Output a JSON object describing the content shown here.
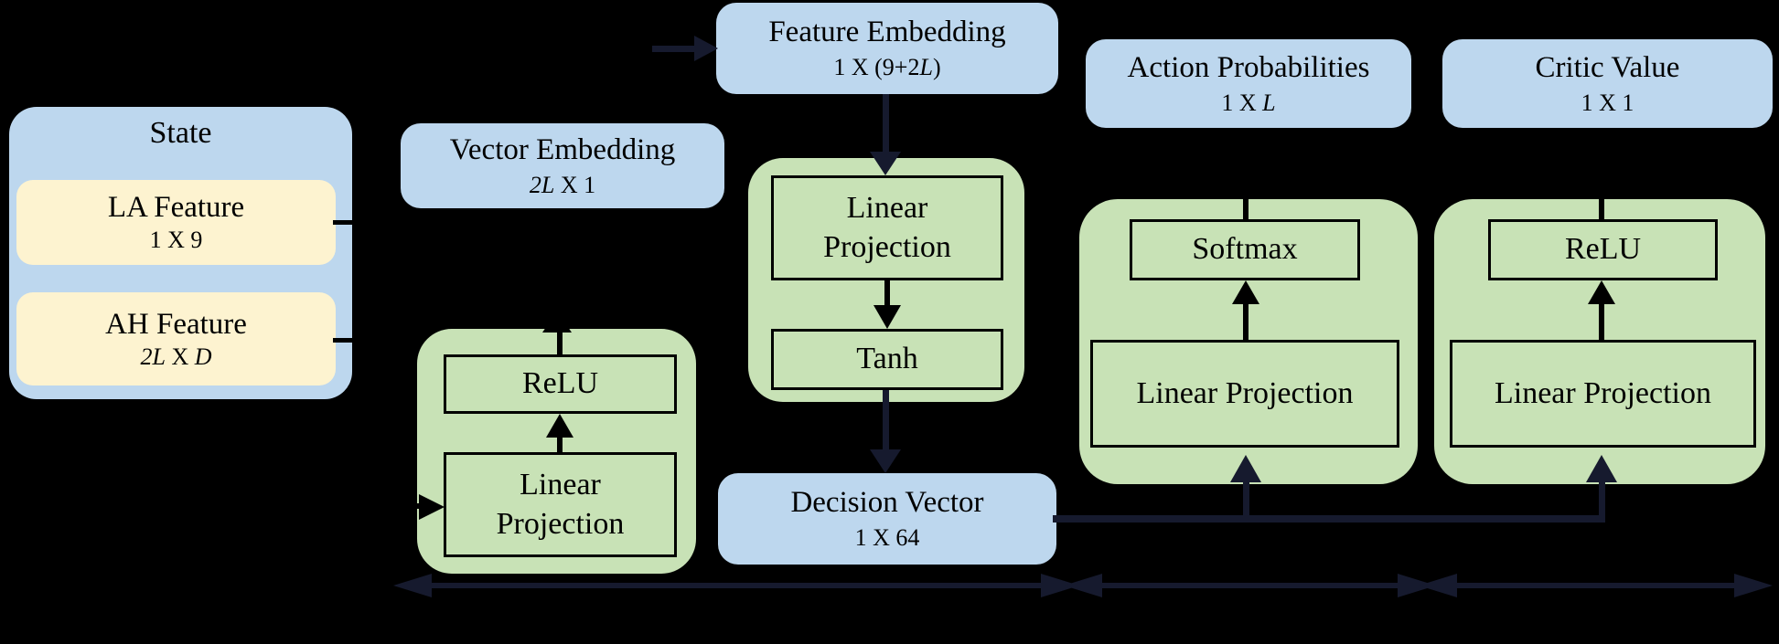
{
  "palette": {
    "box_blue": "#bdd7ee",
    "box_cream": "#fdf3d0",
    "box_green": "#c8e2b6",
    "arrow_navy": "#161a2e",
    "line_black": "#000000",
    "text": "#000000"
  },
  "state": {
    "title": "State",
    "la": {
      "label": "LA Feature",
      "dim": "1 X 9"
    },
    "ah": {
      "label": "AH Feature",
      "dim_italic_1": "2L",
      "dim_mid": " X ",
      "dim_italic_2": "D"
    }
  },
  "vector_embedding": {
    "title": "Vector Embedding",
    "dim_italic": "2L",
    "dim_rest": " X 1"
  },
  "feature_embedding": {
    "title": "Feature Embedding",
    "dim_pre": "1 X (9+2",
    "dim_italic": "L",
    "dim_post": ")"
  },
  "decision_vector": {
    "title": "Decision Vector",
    "dim": "1 X 64"
  },
  "action_probabilities": {
    "title": "Action Probabilities",
    "dim_pre": "1 X ",
    "dim_italic": "L"
  },
  "critic_value": {
    "title": "Critic Value",
    "dim": "1 X 1"
  },
  "modules": {
    "linear_projection": "Linear Projection",
    "relu": "ReLU",
    "tanh": "Tanh",
    "softmax": "Softmax"
  }
}
